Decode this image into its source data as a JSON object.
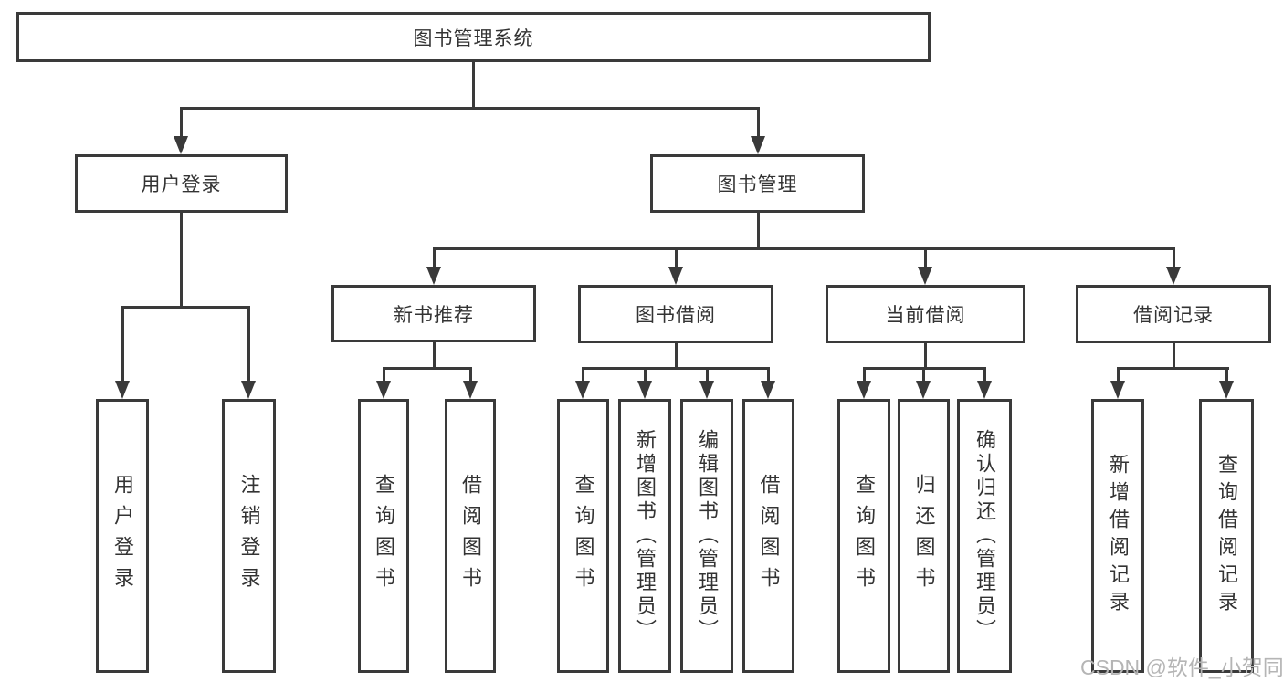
{
  "diagram_type": "hierarchy",
  "colors": {
    "line": "#3a3a3a",
    "text": "#333333",
    "box_fill": "#ffffff",
    "watermark_text_color": "#b5b5b5"
  },
  "tree": {
    "label": "图书管理系统",
    "children": [
      {
        "label": "用户登录",
        "children": [
          {
            "label": "用户登录"
          },
          {
            "label": "注销登录"
          }
        ]
      },
      {
        "label": "图书管理",
        "children": [
          {
            "label": "新书推荐",
            "children": [
              {
                "label": "查询图书"
              },
              {
                "label": "借阅图书"
              }
            ]
          },
          {
            "label": "图书借阅",
            "children": [
              {
                "label": "查询图书"
              },
              {
                "label": "新增图书（管理员）"
              },
              {
                "label": "编辑图书（管理员）"
              },
              {
                "label": "借阅图书"
              }
            ]
          },
          {
            "label": "当前借阅",
            "children": [
              {
                "label": "查询图书"
              },
              {
                "label": "归还图书"
              },
              {
                "label": "确认归还（管理员）"
              }
            ]
          },
          {
            "label": "借阅记录",
            "children": [
              {
                "label": "新增借阅记录"
              },
              {
                "label": "查询借阅记录"
              }
            ]
          }
        ]
      }
    ]
  },
  "watermark": {
    "text": "CSDN @软件_小贺同学"
  }
}
